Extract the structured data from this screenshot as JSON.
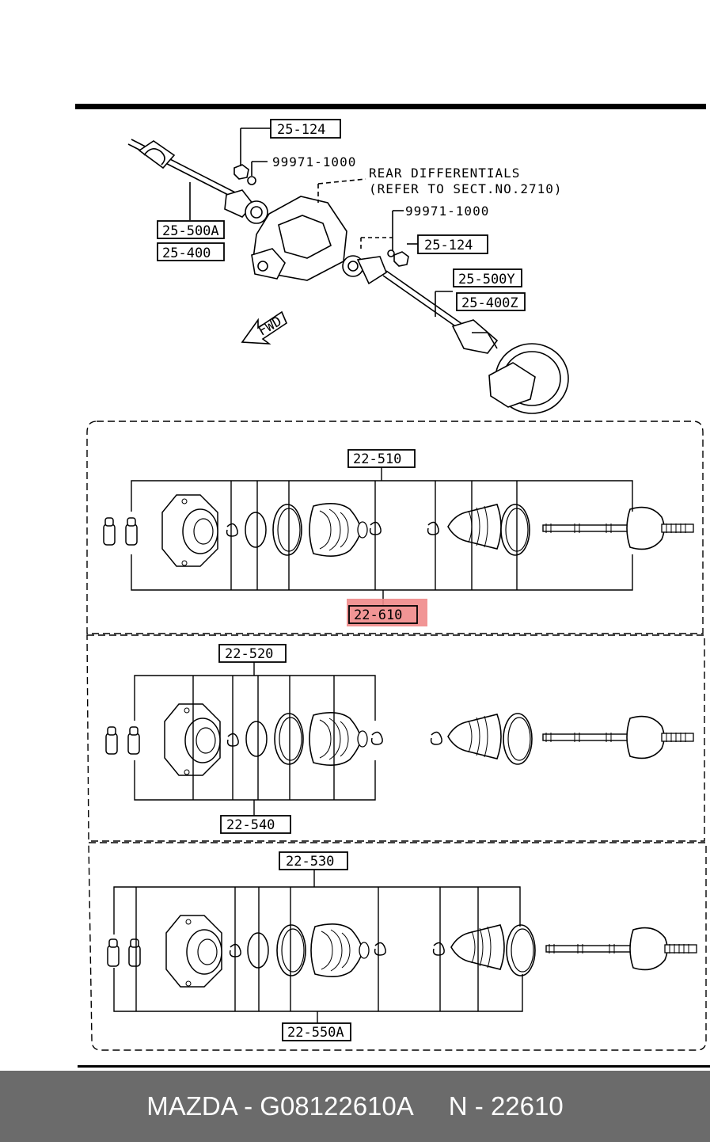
{
  "top_labels": {
    "nut_left": "25-124",
    "washer_left": "99971-1000",
    "diff_note_1": "REAR DIFFERENTIALS",
    "diff_note_2": "(REFER TO SECT.NO.2710)",
    "washer_right": "99971-1000",
    "nut_right": "25-124",
    "shaft_left_1": "25-500A",
    "shaft_left_2": "25-400",
    "shaft_right_1": "25-500Y",
    "shaft_right_2": "25-400Z",
    "fwd": "FWD"
  },
  "section1": {
    "top": "22-510",
    "bottom": "22-610"
  },
  "section2": {
    "top": "22-520",
    "bottom": "22-540"
  },
  "section3": {
    "top": "22-530",
    "bottom": "22-550A"
  },
  "highlight": {
    "color": "#f08a8a",
    "label": "22-610"
  },
  "footer": {
    "brand": "MAZDA - G08122610A",
    "code": "N - 22610"
  }
}
